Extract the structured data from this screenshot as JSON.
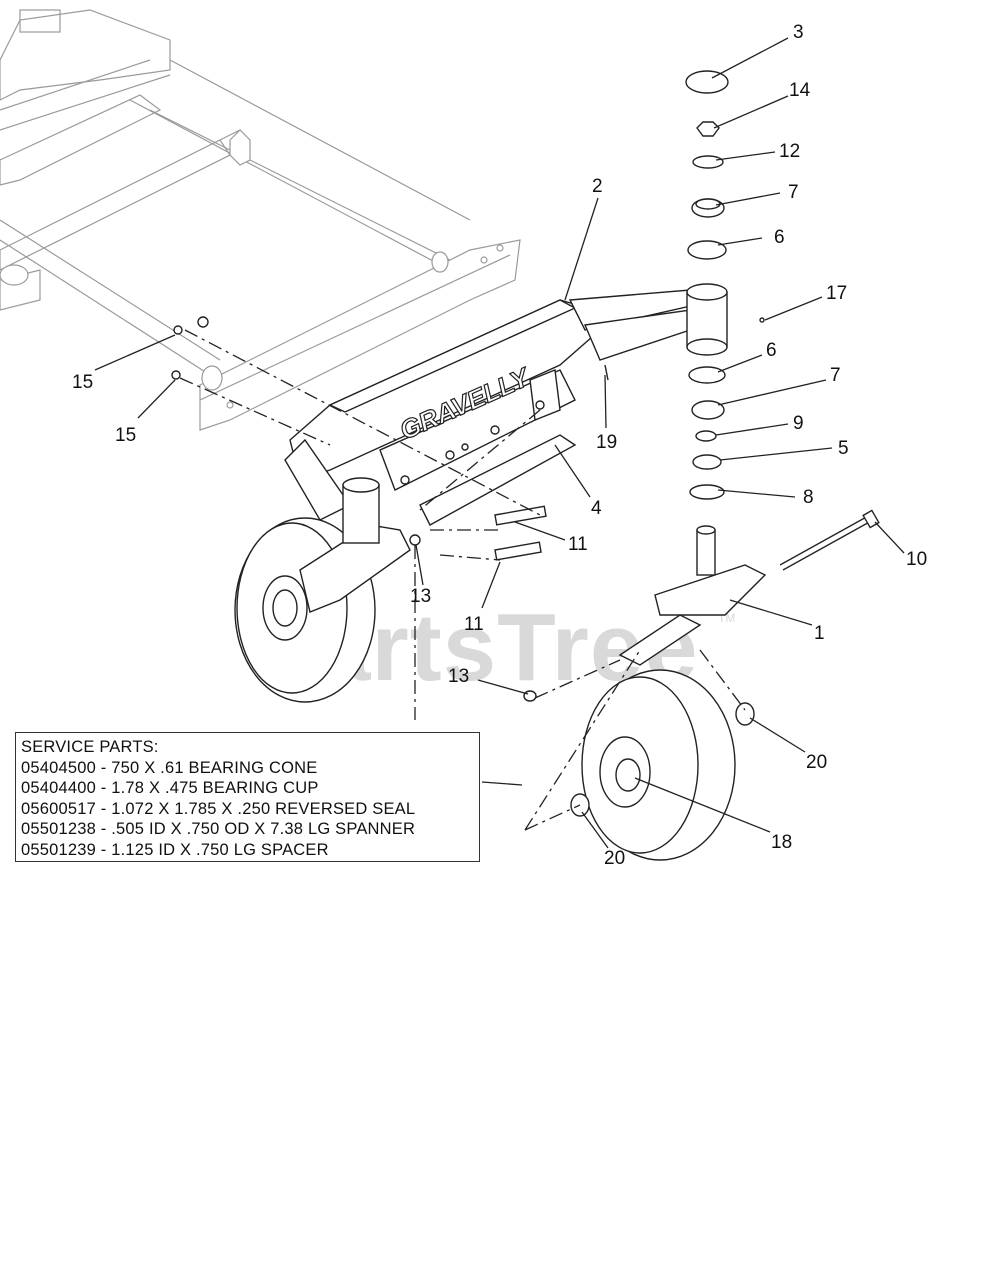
{
  "watermark": "PartsTree",
  "watermark_tm": "TM",
  "brand_logo": "GRAVELLY",
  "callouts": [
    "3",
    "14",
    "12",
    "7",
    "6",
    "17",
    "2",
    "6",
    "7",
    "9",
    "5",
    "8",
    "15",
    "15",
    "19",
    "4",
    "11",
    "11",
    "13",
    "10",
    "1",
    "13",
    "20",
    "18",
    "20"
  ],
  "service_parts": {
    "heading": "SERVICE PARTS:",
    "lines": [
      "05404500 - 750 X .61 BEARING CONE",
      "05404400 - 1.78 X .475 BEARING CUP",
      "05600517 - 1.072 X 1.785 X .250 REVERSED SEAL",
      "05501238 - .505 ID X .750 OD X 7.38 LG SPANNER",
      "05501239 - 1.125 ID X .750 LG SPACER"
    ]
  }
}
